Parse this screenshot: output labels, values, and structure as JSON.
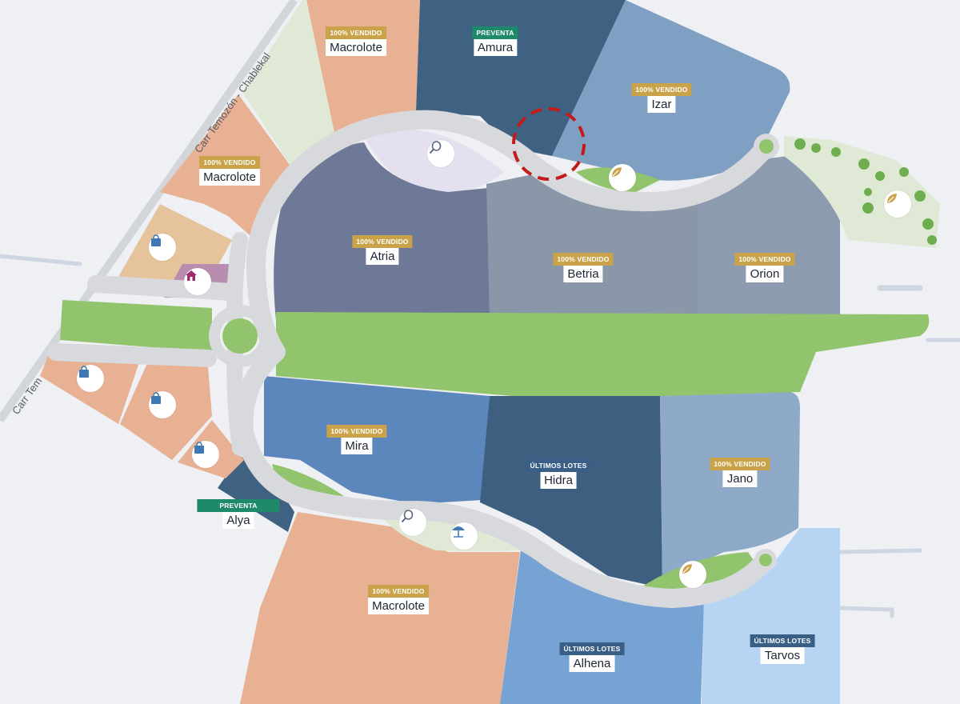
{
  "road_labels": {
    "northwest": "Carr Temozón - Chablekal",
    "southwest": "Carr Tem"
  },
  "lots": [
    {
      "id": "macrolote-top",
      "name": "Macrolote",
      "status": "100% VENDIDO",
      "status_kind": "sold"
    },
    {
      "id": "amura",
      "name": "Amura",
      "status": "PREVENTA",
      "status_kind": "presale"
    },
    {
      "id": "izar",
      "name": "Izar",
      "status": "100% VENDIDO",
      "status_kind": "sold"
    },
    {
      "id": "macrolote-left",
      "name": "Macrolote",
      "status": "100% VENDIDO",
      "status_kind": "sold"
    },
    {
      "id": "atria",
      "name": "Atria",
      "status": "100% VENDIDO",
      "status_kind": "sold"
    },
    {
      "id": "betria",
      "name": "Betria",
      "status": "100% VENDIDO",
      "status_kind": "sold"
    },
    {
      "id": "orion",
      "name": "Orion",
      "status": "100% VENDIDO",
      "status_kind": "sold"
    },
    {
      "id": "mira",
      "name": "Mira",
      "status": "100% VENDIDO",
      "status_kind": "sold"
    },
    {
      "id": "hidra",
      "name": "Hidra",
      "status": "ÚLTIMOS LOTES",
      "status_kind": "last"
    },
    {
      "id": "jano",
      "name": "Jano",
      "status": "100% VENDIDO",
      "status_kind": "sold"
    },
    {
      "id": "alya",
      "name": "Alya",
      "status": "PREVENTA",
      "status_kind": "presale"
    },
    {
      "id": "macrolote-bottom",
      "name": "Macrolote",
      "status": "100% VENDIDO",
      "status_kind": "sold"
    },
    {
      "id": "alhena",
      "name": "Alhena",
      "status": "ÚLTIMOS LOTES",
      "status_kind": "last"
    },
    {
      "id": "tarvos",
      "name": "Tarvos",
      "status": "ÚLTIMOS LOTES",
      "status_kind": "last"
    }
  ],
  "status_colors": {
    "sold": "#c9a24a",
    "presale": "#1f8a6a",
    "last": "#3a5f86"
  },
  "amenities": [
    {
      "id": "tennis-top",
      "icon": "tennis-racket-icon"
    },
    {
      "id": "park-top",
      "icon": "leaf-icon"
    },
    {
      "id": "park-east",
      "icon": "leaf-icon"
    },
    {
      "id": "commercial-1",
      "icon": "shopping-bag-icon"
    },
    {
      "id": "clubhouse",
      "icon": "house-icon"
    },
    {
      "id": "commercial-2",
      "icon": "shopping-bag-icon"
    },
    {
      "id": "commercial-3",
      "icon": "shopping-bag-icon"
    },
    {
      "id": "commercial-4",
      "icon": "shopping-bag-icon"
    },
    {
      "id": "tennis-bottom",
      "icon": "tennis-racket-icon"
    },
    {
      "id": "beach-club",
      "icon": "umbrella-icon"
    },
    {
      "id": "park-bottom",
      "icon": "leaf-icon"
    }
  ],
  "palette": {
    "macrolote": "#e8b193",
    "navy": "#3f6282",
    "steel": "#7f9fc3",
    "atria": "#6e7897",
    "betria": "#8a97a8",
    "orion": "#8d9bb0",
    "mira": "#5b87bc",
    "hidra": "#3e5f80",
    "jano": "#8fa9c9",
    "alhena": "#77a3d4",
    "tarvos": "#b7d5f2",
    "green": "#92c46e",
    "road": "#d7d9dc",
    "lilac": "#e4e0f0"
  }
}
